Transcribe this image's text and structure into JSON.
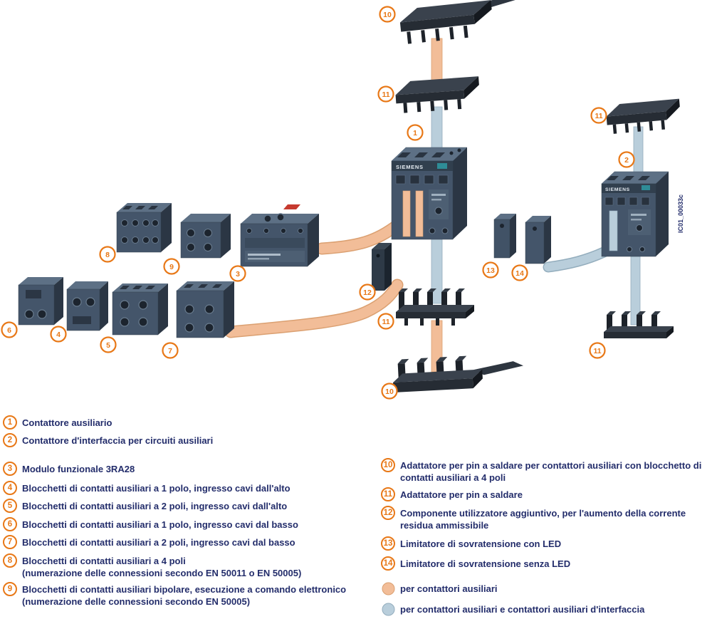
{
  "diagram": {
    "brand": "SIEMENS",
    "side_label": "IC01_00033c",
    "callouts": [
      "10",
      "11",
      "1",
      "11",
      "2",
      "8",
      "9",
      "3",
      "12",
      "13",
      "14",
      "6",
      "4",
      "5",
      "7",
      "11",
      "11",
      "10"
    ]
  },
  "legend_left": [
    {
      "n": "1",
      "text": "Contattore ausiliario"
    },
    {
      "n": "2",
      "text": "Contattore d'interfaccia per circuiti ausiliari"
    },
    {
      "n": "3",
      "text": "Modulo funzionale 3RA28"
    },
    {
      "n": "4",
      "text": "Blocchetti di contatti ausiliari a 1 polo, ingresso cavi dall'alto"
    },
    {
      "n": "5",
      "text": "Blocchetti di contatti ausiliari a 2 poli, ingresso cavi dall'alto"
    },
    {
      "n": "6",
      "text": "Blocchetti di contatti ausiliari a 1 polo, ingresso cavi dal basso"
    },
    {
      "n": "7",
      "text": "Blocchetti di contatti ausiliari a 2 poli, ingresso cavi dal basso"
    },
    {
      "n": "8",
      "text": "Blocchetti di contatti ausiliari a 4 poli",
      "note": "(numerazione delle connessioni secondo EN 50011 o EN 50005)"
    },
    {
      "n": "9",
      "text": "Blocchetti di contatti ausiliari bipolare, esecuzione a comando elettronico",
      "note": "(numerazione delle connessioni secondo EN 50005)"
    }
  ],
  "legend_right": [
    {
      "n": "10",
      "text": "Adattatore per pin a saldare per contattori ausiliari con blocchetto di contatti ausiliari a 4 poli"
    },
    {
      "n": "11",
      "text": "Adattatore per pin a saldare"
    },
    {
      "n": "12",
      "text": "Componente utilizzatore aggiuntivo, per l'aumento della corrente residua ammissibile"
    },
    {
      "n": "13",
      "text": "Limitatore di sovratensione con LED"
    },
    {
      "n": "14",
      "text": "Limitatore di sovratensione senza LED"
    }
  ],
  "color_legend": [
    {
      "color": "#f2bd98",
      "text": "per contattori ausiliari"
    },
    {
      "color": "#b9cedb",
      "text": "per contattori ausiliari e contattori ausiliari d'interfaccia"
    }
  ],
  "colors": {
    "accent_orange": "#e87817",
    "text_navy": "#232d6b",
    "band_orange": "#f2bd98",
    "band_blue": "#b9cedb"
  }
}
